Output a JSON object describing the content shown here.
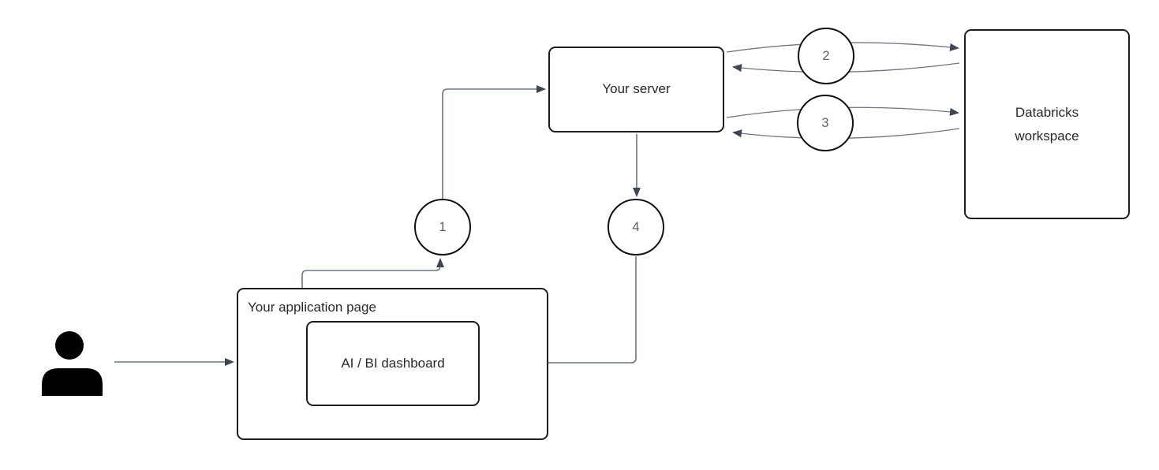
{
  "diagram": {
    "nodes": {
      "app_page": {
        "label": "Your application page"
      },
      "dashboard": {
        "label": "AI / BI dashboard"
      },
      "server": {
        "label": "Your server"
      },
      "workspace": {
        "label": "Databricks workspace"
      }
    },
    "steps": [
      "1",
      "2",
      "3",
      "4"
    ],
    "icons": {
      "user": "user-icon"
    },
    "colors": {
      "background": "#ffffff",
      "box_border": "#1d1d20",
      "box_text": "#26282e",
      "step_number_text": "#5f6368",
      "connector_line": "#6e7683",
      "arrowhead": "#3f4651",
      "user_icon": "#000000"
    }
  }
}
